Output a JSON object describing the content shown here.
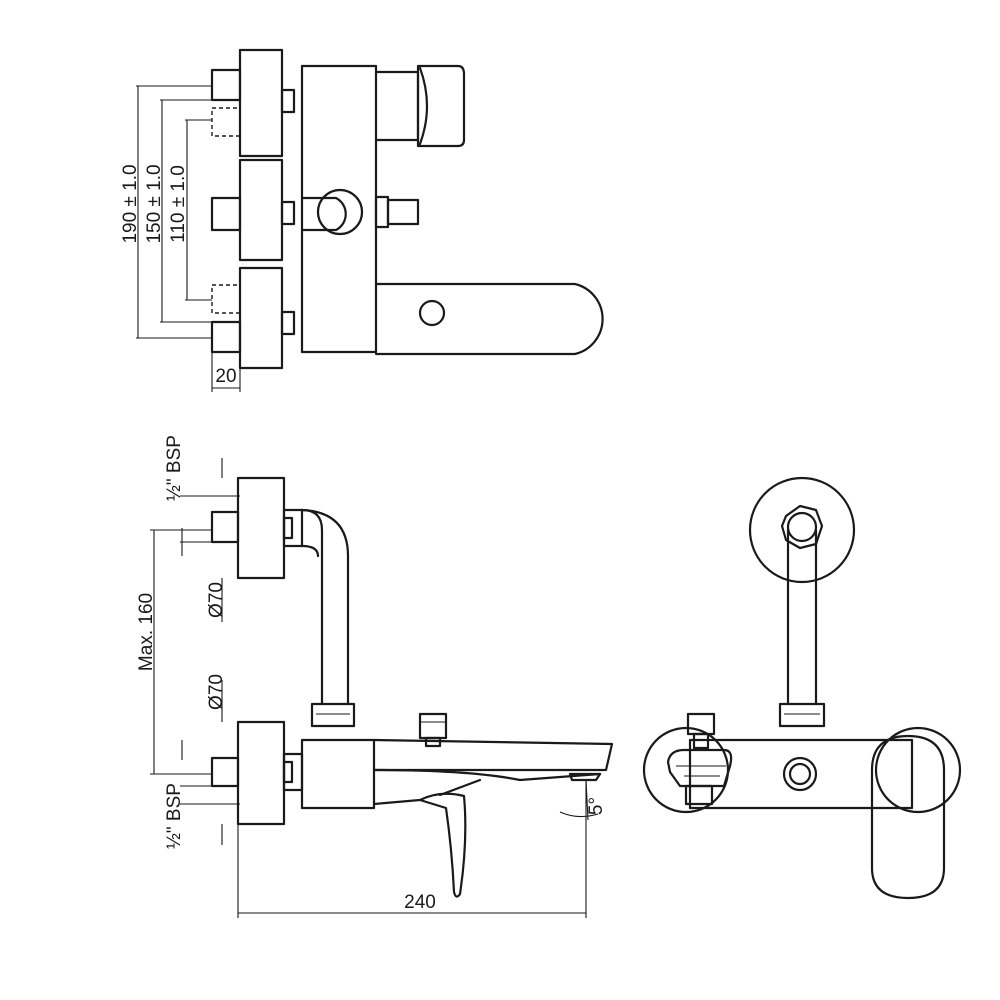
{
  "dimensions": {
    "top_view": {
      "d190": "190 ± 1.0",
      "d150": "150 ± 1.0",
      "d110": "110 ± 1.0",
      "d20": "20"
    },
    "side_view": {
      "bsp_top": "½\" BSP",
      "bsp_bottom": "½\" BSP",
      "max160": "Max. 160",
      "dia_top": "Ø70",
      "dia_bottom": "Ø70",
      "angle": "5°",
      "d240": "240"
    }
  }
}
